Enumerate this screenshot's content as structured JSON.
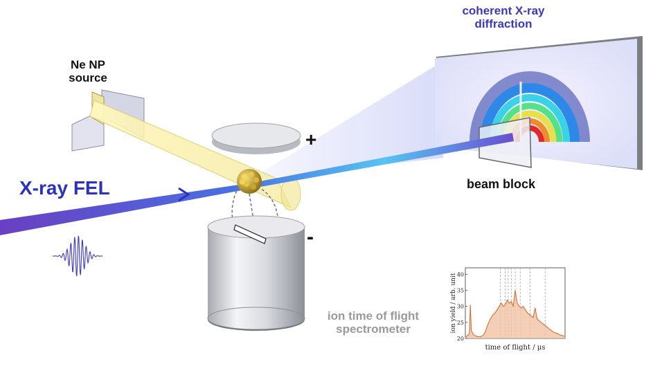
{
  "labels": {
    "coherent_diffraction": [
      "coherent X-ray",
      "diffraction"
    ],
    "ne_source": [
      "Ne NP",
      "source"
    ],
    "xray_fel": "X-ray FEL",
    "beam_block": "beam block",
    "tof_spectrometer": [
      "ion time of flight",
      "spectrometer"
    ],
    "plus_sign": "+",
    "minus_sign": "-"
  },
  "colors": {
    "label_blue": "#3a3ab8",
    "fel_blue": "#2c33b8",
    "spectrum_orange": "#d2642a"
  },
  "chart_data": {
    "type": "line",
    "xlabel": "time of flight / μs",
    "ylabel": "ion yield / arb. unit",
    "yticks": [
      20,
      25,
      30,
      35,
      40
    ],
    "ylim": [
      20,
      42
    ],
    "xlim": [
      0,
      100
    ],
    "vlines": [
      35,
      40,
      43,
      46,
      50,
      55,
      65,
      80
    ],
    "series": [
      {
        "x": [
          0,
          2,
          4,
          5,
          6,
          8,
          10,
          12,
          15,
          18,
          20,
          22,
          25,
          28,
          30,
          32,
          34,
          36,
          38,
          40,
          42,
          44,
          46,
          48,
          50,
          52,
          54,
          56,
          58,
          60,
          62,
          64,
          66,
          68,
          70,
          72,
          74,
          76,
          78,
          80,
          82,
          84,
          86,
          88,
          90,
          92,
          94,
          96,
          98,
          100
        ],
        "values": [
          20.5,
          20.8,
          21.5,
          30.5,
          22.5,
          21.2,
          20.8,
          20.6,
          20.5,
          21,
          22,
          24,
          26,
          27.5,
          28,
          29,
          30,
          31,
          30,
          30.5,
          32,
          31,
          31.5,
          30,
          35,
          31,
          30,
          29.5,
          30,
          29,
          28,
          27.5,
          27,
          26.5,
          29.5,
          26,
          25.5,
          25,
          24.5,
          24,
          23.5,
          23,
          22.5,
          22,
          21.8,
          21.5,
          21.2,
          21,
          20.8,
          20.6
        ]
      }
    ]
  }
}
